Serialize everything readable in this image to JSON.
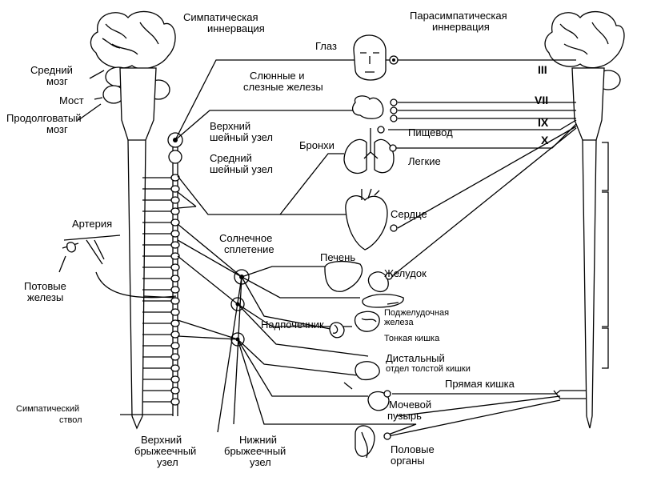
{
  "headers": {
    "sympathetic": [
      "Симпатическая",
      "иннервация"
    ],
    "parasympathetic": [
      "Парасимпатическая",
      "иннервация"
    ]
  },
  "brain_labels": {
    "midbrain": [
      "Средний",
      "мозг"
    ],
    "pons": "Мост",
    "medulla": [
      "Продолговатый",
      "мозг"
    ]
  },
  "ganglia": {
    "superior_cervical": [
      "Верхний",
      "шейный узел"
    ],
    "middle_cervical": [
      "Средний",
      "шейный узел"
    ],
    "solar_plexus": [
      "Солнечное",
      "сплетение"
    ],
    "superior_mesenteric": [
      "Верхний",
      "брыжеечный",
      "узел"
    ],
    "inferior_mesenteric": [
      "Нижний",
      "брыжеечный",
      "узел"
    ]
  },
  "left_labels": {
    "artery": "Артерия",
    "sweat_glands": [
      "Потовые",
      "железы"
    ],
    "sympathetic_trunk": [
      "Симпатический",
      "ствол"
    ]
  },
  "organs": {
    "eye": "Глаз",
    "glands": [
      "Слюнные и",
      "слезные железы"
    ],
    "esophagus": "Пищевод",
    "bronchi": "Бронхи",
    "lungs": "Легкие",
    "heart": "Сердце",
    "liver": "Печень",
    "stomach": "Желудок",
    "pancreas": [
      "Поджелудочная",
      "железа"
    ],
    "adrenal": "Надпочечник",
    "small_intestine": "Тонкая кишка",
    "distal_colon": [
      "Дистальный",
      "отдел толстой кишки"
    ],
    "rectum": "Прямая кишка",
    "bladder": [
      "Мочевой",
      "пузырь"
    ],
    "genitals": [
      "Половые",
      "органы"
    ]
  },
  "cranial_nerves": [
    "III",
    "VII",
    "IX",
    "X"
  ]
}
